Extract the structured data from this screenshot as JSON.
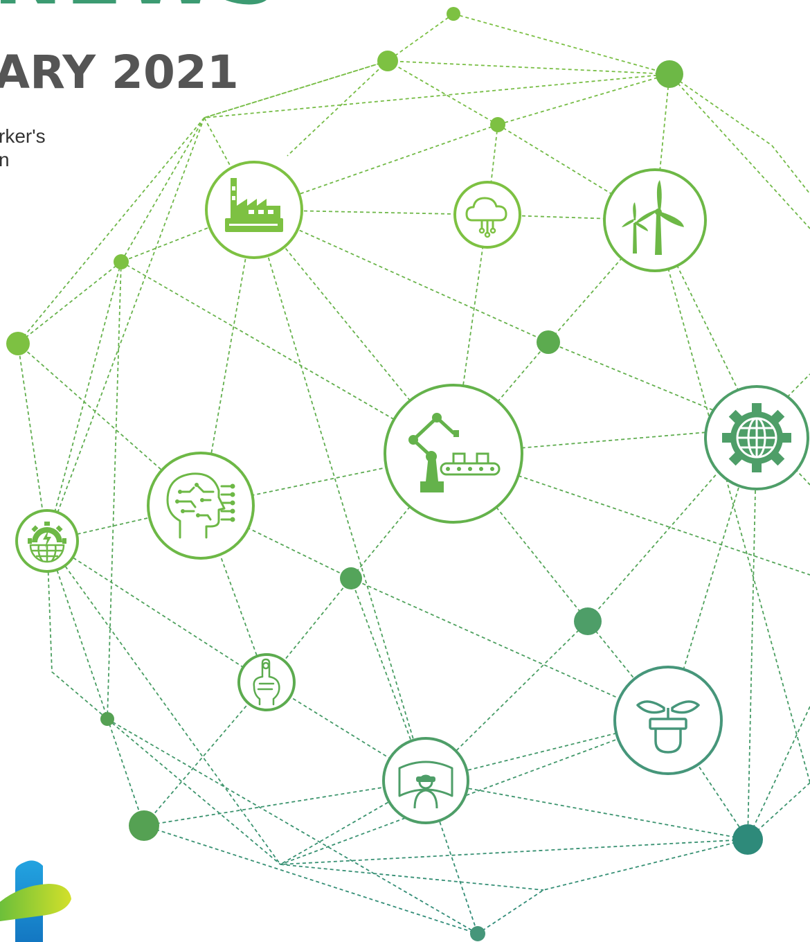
{
  "header": {
    "title_fragment": "NEWS",
    "subtitle_fragment": "ARY 2021",
    "body_line_1": "rker's",
    "body_line_2": "n"
  },
  "colors": {
    "light_green": "#7dc142",
    "mid_green": "#5cab4f",
    "dark_green": "#3f9670",
    "teal": "#2e8a7a",
    "text_gray": "#555555",
    "logo_blue": "#1d9ad6",
    "logo_lime": "#c6d92a"
  },
  "icons": [
    "factory-icon",
    "cloud-network-icon",
    "wind-turbine-icon",
    "ai-head-icon",
    "robot-arm-conveyor-icon",
    "globe-gear-icon",
    "energy-globe-icon",
    "touch-finger-icon",
    "plant-pot-icon",
    "vr-worker-icon"
  ]
}
